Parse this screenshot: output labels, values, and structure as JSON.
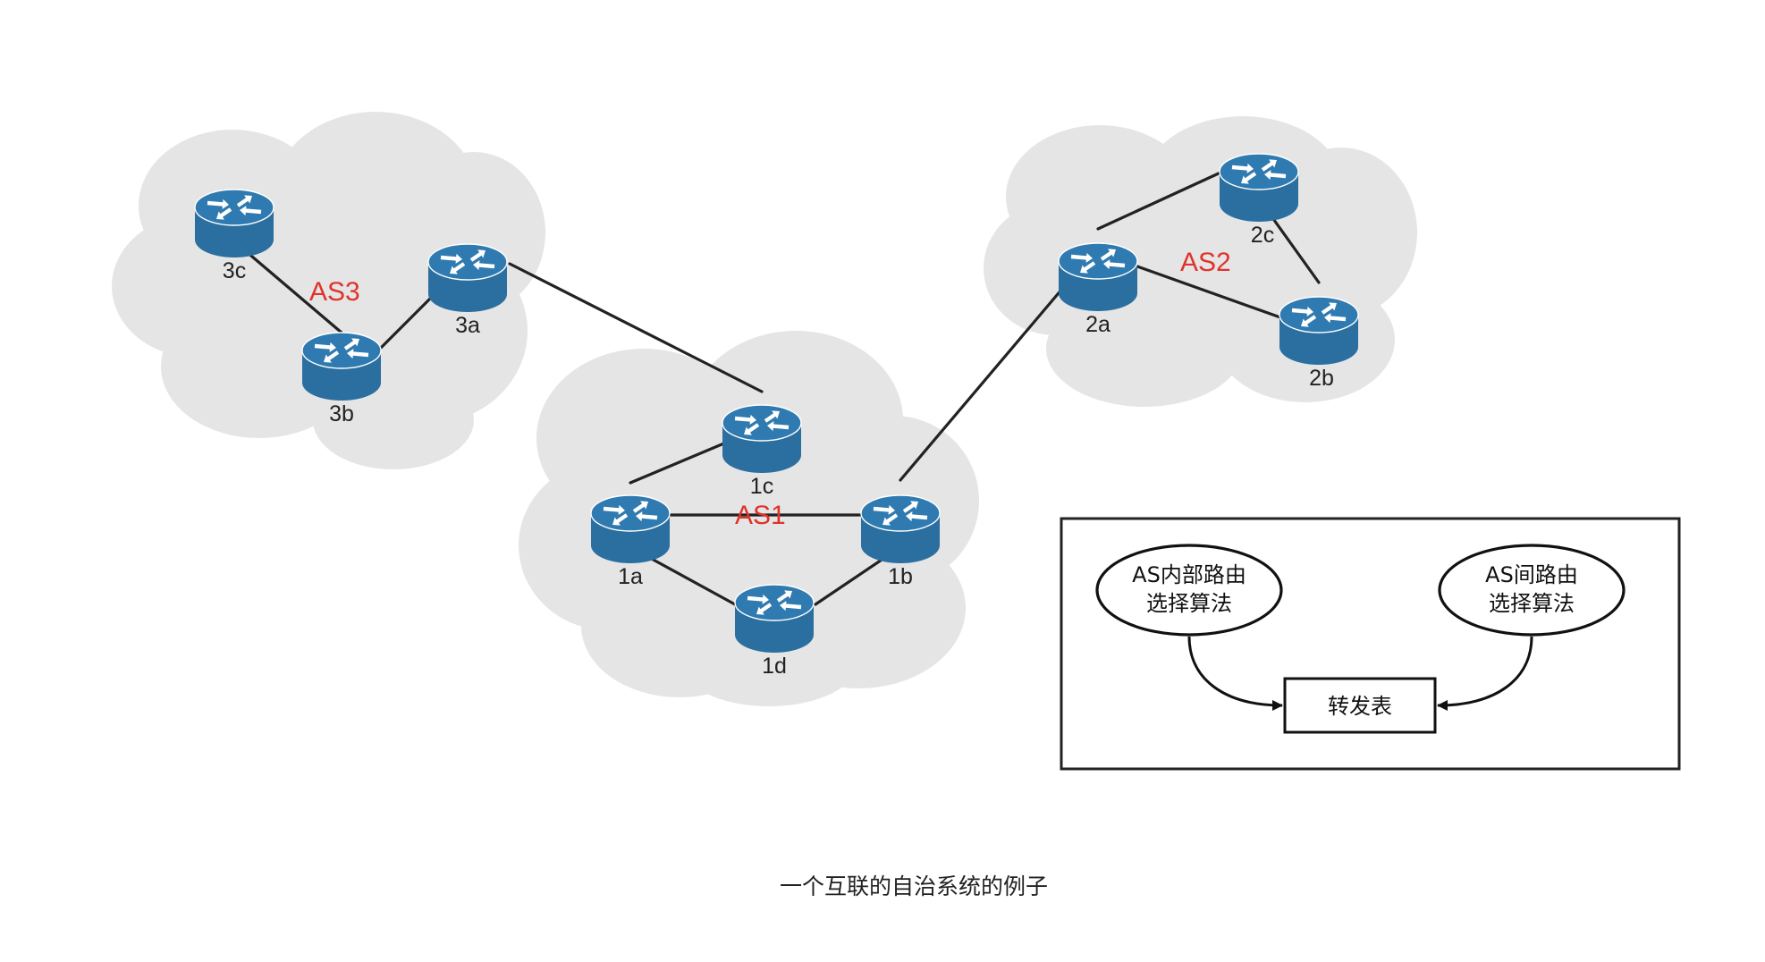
{
  "autonomous_systems": [
    {
      "id": "as1",
      "label": "AS1"
    },
    {
      "id": "as2",
      "label": "AS2"
    },
    {
      "id": "as3",
      "label": "AS3"
    }
  ],
  "routers": [
    {
      "id": "1a",
      "label": "1a",
      "as": "as1"
    },
    {
      "id": "1b",
      "label": "1b",
      "as": "as1"
    },
    {
      "id": "1c",
      "label": "1c",
      "as": "as1"
    },
    {
      "id": "1d",
      "label": "1d",
      "as": "as1"
    },
    {
      "id": "2a",
      "label": "2a",
      "as": "as2"
    },
    {
      "id": "2b",
      "label": "2b",
      "as": "as2"
    },
    {
      "id": "2c",
      "label": "2c",
      "as": "as2"
    },
    {
      "id": "3a",
      "label": "3a",
      "as": "as3"
    },
    {
      "id": "3b",
      "label": "3b",
      "as": "as3"
    },
    {
      "id": "3c",
      "label": "3c",
      "as": "as3"
    }
  ],
  "links": [
    [
      "3c",
      "3b"
    ],
    [
      "3b",
      "3a"
    ],
    [
      "3a",
      "1c"
    ],
    [
      "1c",
      "1a"
    ],
    [
      "1a",
      "1b"
    ],
    [
      "1a",
      "1d"
    ],
    [
      "1d",
      "1b"
    ],
    [
      "1b",
      "2a"
    ],
    [
      "2a",
      "2c"
    ],
    [
      "2a",
      "2b"
    ],
    [
      "2c",
      "2b"
    ]
  ],
  "legend": {
    "intra_as_algorithm": {
      "line1": "AS内部路由",
      "line2": "选择算法"
    },
    "inter_as_algorithm": {
      "line1": "AS间路由",
      "line2": "选择算法"
    },
    "forwarding_table": "转发表"
  },
  "caption": "一个互联的自治系统的例子",
  "colors": {
    "router": "#2a6fa0",
    "as_label": "#e0332b",
    "cloud": "#e5e5e5"
  }
}
